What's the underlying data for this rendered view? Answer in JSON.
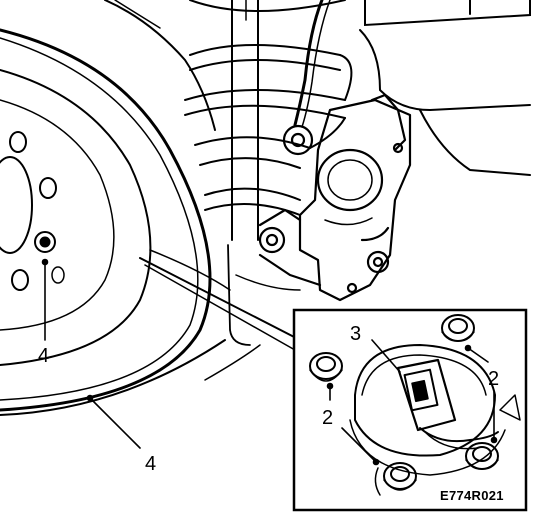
{
  "figure": {
    "labels": {
      "bolt_left": "4",
      "disc": "4",
      "connector": "3",
      "bolt_upper_right": "2",
      "bolt_left_inset": "2"
    },
    "figure_code": "E774R021"
  },
  "colors": {
    "ink": "#000000",
    "paper": "#ffffff"
  }
}
